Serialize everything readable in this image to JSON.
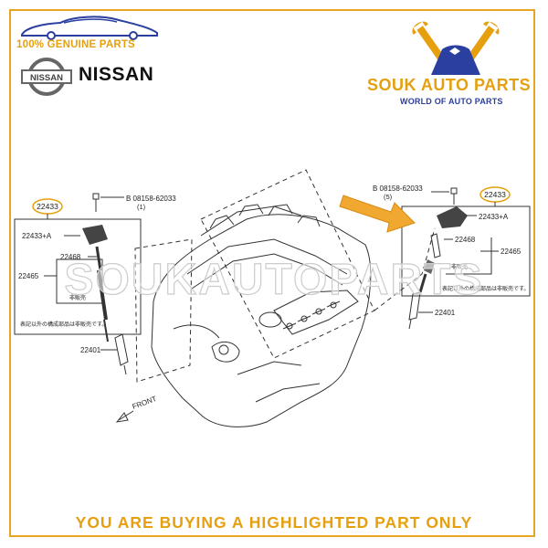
{
  "header": {
    "genuine_text": "100% GENUINE PARTS",
    "brand_name": "NISSAN",
    "brand_badge_text": "NISSAN"
  },
  "seller_logo": {
    "title": "SOUK AUTO PARTS",
    "tagline": "WORLD OF AUTO PARTS"
  },
  "diagram": {
    "left_group": {
      "box_label": "22433",
      "bolt_label": "B 08158-62033",
      "bolt_qty": "(1)",
      "parts": [
        "22433+A",
        "22468",
        "22465",
        "22401"
      ],
      "note_small": "非販売",
      "note": "表記以外の構成部品は非販売です。"
    },
    "right_group": {
      "box_label": "22433",
      "bolt_label": "B 08158-62033",
      "bolt_qty": "(5)",
      "parts": [
        "22433+A",
        "22468",
        "22465",
        "22401"
      ],
      "note_small": "非販売",
      "note": "表記以外の構成部品は非販売です。"
    },
    "front_label": "FRONT",
    "watermark": "SOUKAUTOPARTS"
  },
  "colors": {
    "accent": "#e6a00f",
    "highlight_arrow": "#f0a830",
    "logo_blue": "#2a3fa0"
  },
  "footer": {
    "banner": "YOU ARE BUYING A HIGHLIGHTED PART ONLY"
  }
}
